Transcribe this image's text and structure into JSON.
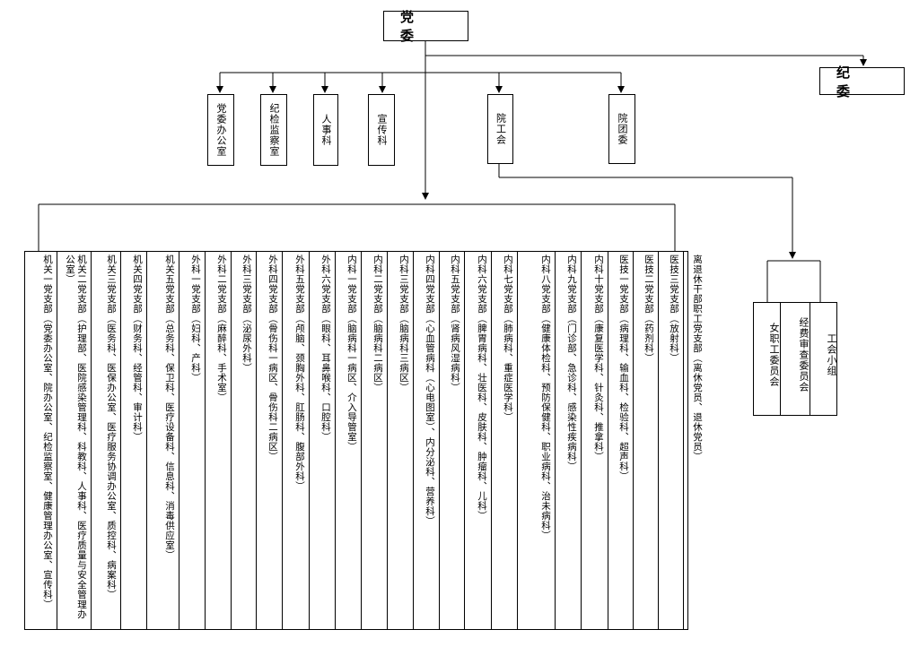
{
  "top": {
    "party_committee": "党 委",
    "discipline_committee": "纪 委"
  },
  "offices": [
    {
      "id": "party-office",
      "label": "党委办公室"
    },
    {
      "id": "discipline-office",
      "label": "纪检监察室"
    },
    {
      "id": "hr",
      "label": "人事科"
    },
    {
      "id": "publicity",
      "label": "宣传科"
    },
    {
      "id": "union",
      "label": "院工会"
    },
    {
      "id": "youth-league",
      "label": "院团委"
    }
  ],
  "union_groups": [
    {
      "id": "women",
      "label": "女职工委员会"
    },
    {
      "id": "audit",
      "label": "经费审查委员会"
    },
    {
      "id": "union-group",
      "label": "工会小组"
    }
  ],
  "branches": [
    {
      "id": "jiguan-1",
      "text": "机关一党支部（党委办公室、院办公室、纪检监察室、健康管理办公室、宣传科）"
    },
    {
      "id": "jiguan-2",
      "text": "机关二党支部（护理部、医院感染管理科、科教科、人事科、医疗质量与安全管理办公室）"
    },
    {
      "id": "jiguan-3",
      "text": "机关三党支部（医务科、医保办公室、医疗服务协调办公室、质控科、病案科）"
    },
    {
      "id": "jiguan-4",
      "text": "机关四党支部（财务科、经管科、审计科）"
    },
    {
      "id": "jiguan-5",
      "text": "机关五党支部（总务科、保卫科、医疗设备科、信息科、消毒供应室）"
    },
    {
      "id": "waike-1",
      "text": "外科一党支部（妇科、产科）"
    },
    {
      "id": "waike-2",
      "text": "外科二党支部（麻醉科、手术室）"
    },
    {
      "id": "waike-3",
      "text": "外科三党支部（泌尿外科）"
    },
    {
      "id": "waike-4",
      "text": "外科四党支部（骨伤科一病区、骨伤科二病区）"
    },
    {
      "id": "waike-5",
      "text": "外科五党支部（颅脑、颈胸外科、肛肠科、腹部外科）"
    },
    {
      "id": "waike-6",
      "text": "外科六党支部（眼科、耳鼻喉科、口腔科）"
    },
    {
      "id": "neike-1",
      "text": "内科一党支部（脑病科一病区、介入导管室）"
    },
    {
      "id": "neike-2",
      "text": "内科二党支部（脑病科二病区）"
    },
    {
      "id": "neike-3",
      "text": "内科三党支部（脑病科三病区）"
    },
    {
      "id": "neike-4",
      "text": "内科四党支部（心血管病科（心电图室）、内分泌科、营养科）"
    },
    {
      "id": "neike-5",
      "text": "内科五党支部（肾病风湿病科）"
    },
    {
      "id": "neike-6",
      "text": "内科六党支部（脾胃病科、壮医科、皮肤科、肿瘤科、儿科）"
    },
    {
      "id": "neike-7",
      "text": "内科七党支部（肺病科、重症医学科）"
    },
    {
      "id": "neike-8",
      "text": "内科八党支部（健康体检科、预防保健科、职业病科、治未病科）"
    },
    {
      "id": "neike-9",
      "text": "内科九党支部（门诊部、急诊科、感染性疾病科）"
    },
    {
      "id": "neike-10",
      "text": "内科十党支部（康复医学科、针灸科、推拿科）"
    },
    {
      "id": "yiji-1",
      "text": "医技一党支部（病理科、输血科、检验科、超声科）"
    },
    {
      "id": "yiji-2",
      "text": "医技二党支部（药剂科）"
    },
    {
      "id": "yiji-3",
      "text": "医技三党支部（放射科）"
    },
    {
      "id": "retired",
      "text": "离退休干部职工党支部（离休党员、退休党员）"
    }
  ]
}
